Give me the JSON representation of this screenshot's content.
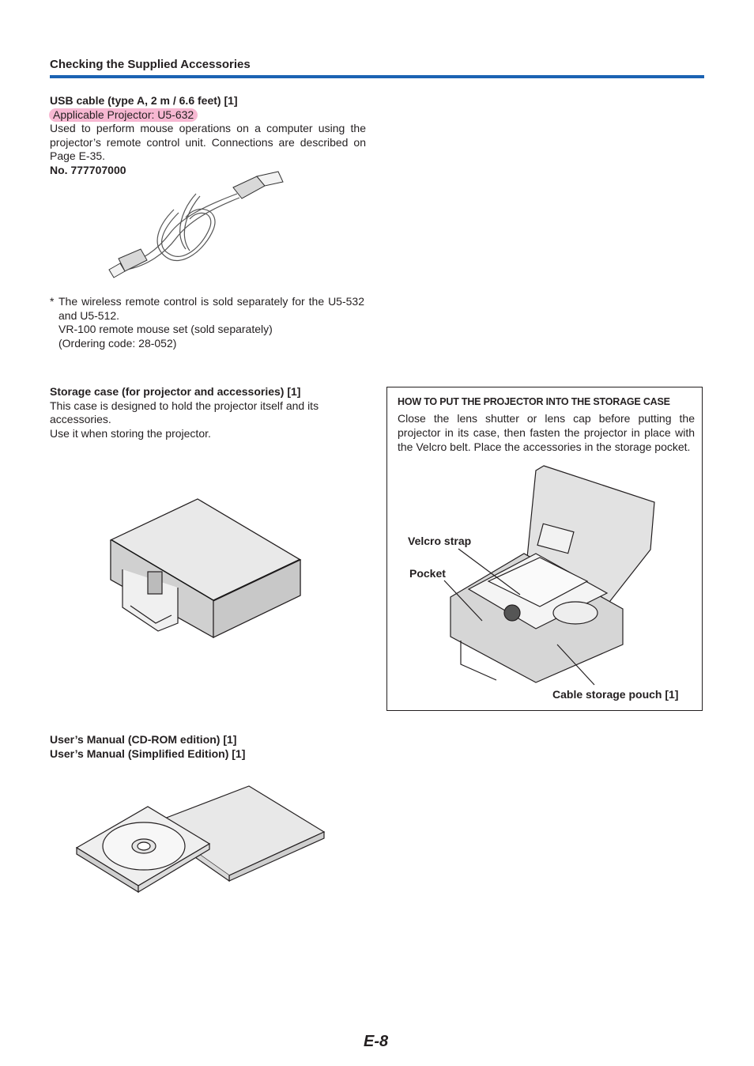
{
  "header": {
    "title": "Checking the Supplied Accessories"
  },
  "usb": {
    "title": "USB cable (type A, 2 m / 6.6 feet) [1]",
    "badge": "Applicable Projector: U5-632",
    "description": "Used to perform mouse operations on a computer using the projector’s remote control unit. Connections are described on Page E-35.",
    "part_number": "No. 777707000"
  },
  "note": {
    "marker": "*",
    "line1": "The wireless remote control is sold separately for the U5-532 and U5-512.",
    "line2": "VR-100 remote mouse set (sold separately)",
    "line3": "(Ordering code: 28-052)"
  },
  "storage": {
    "title": "Storage case (for projector and accessories) [1]",
    "description": "This case is designed to hold the projector itself and its accessories.",
    "usage": "Use it when storing the projector."
  },
  "howto": {
    "title": "HOW TO PUT THE PROJECTOR INTO THE STORAGE CASE",
    "text": "Close the lens shutter or lens cap before putting the projector in its case, then fasten the projector in place with the Velcro belt. Place the accessories in the storage pocket.",
    "labels": {
      "velcro": "Velcro strap",
      "pocket": "Pocket",
      "pouch": "Cable storage pouch [1]"
    }
  },
  "manuals": {
    "cdrom": "User’s Manual (CD-ROM edition) [1]",
    "simplified": "User’s Manual (Simplified Edition) [1]"
  },
  "page": {
    "number": "E-8"
  }
}
